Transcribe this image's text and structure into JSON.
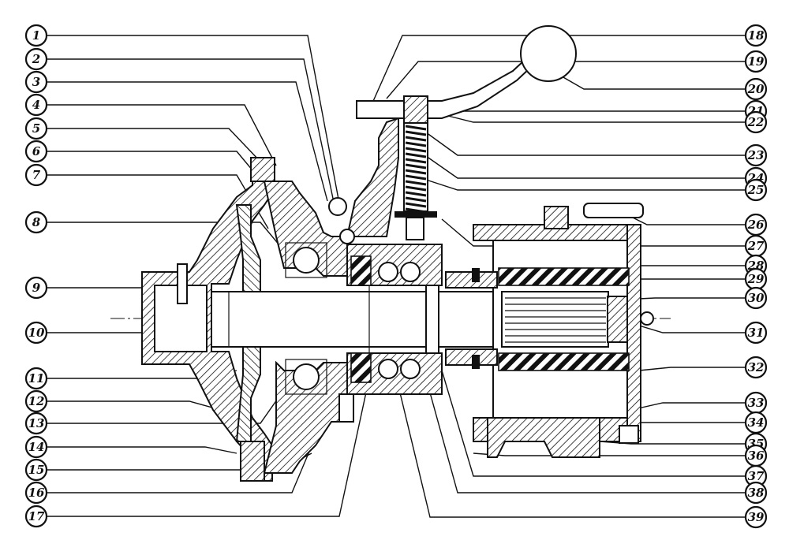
{
  "diagram": {
    "colors": {
      "ink": "#111111",
      "paper": "#ffffff"
    },
    "callouts_left": [
      "1",
      "2",
      "3",
      "4",
      "5",
      "6",
      "7",
      "8",
      "9",
      "10",
      "11",
      "12",
      "13",
      "14",
      "15",
      "16",
      "17"
    ],
    "callouts_right": [
      "18",
      "19",
      "20",
      "21",
      "22",
      "23",
      "24",
      "25",
      "26",
      "27",
      "28",
      "29",
      "30",
      "31",
      "32",
      "33",
      "34",
      "35",
      "36",
      "37",
      "38",
      "39"
    ]
  }
}
